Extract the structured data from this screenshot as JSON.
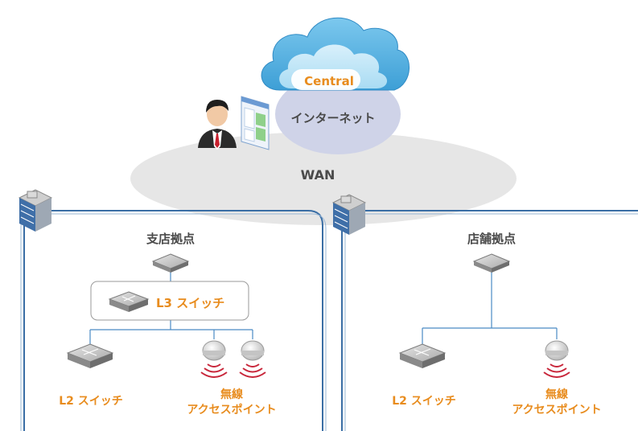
{
  "cloud": {
    "label": "Central"
  },
  "internet": {
    "label": "インターネット"
  },
  "wan": {
    "label": "WAN"
  },
  "branch": {
    "title": "支店拠点",
    "l3_switch_label": "L3 スイッチ",
    "l2_switch_label": "L2 スイッチ",
    "ap_label_line1": "無線",
    "ap_label_line2": "アクセスポイント"
  },
  "store": {
    "title": "店舗拠点",
    "l2_switch_label": "L2 スイッチ",
    "ap_label_line1": "無線",
    "ap_label_line2": "アクセスポイント"
  },
  "colors": {
    "accent_orange": "#e88c1e",
    "frame_blue": "#3a6ea5",
    "cloud_blue": "#4aa8dc",
    "wan_gray": "#e6e6e6",
    "internet_lavender": "#cfd3e8",
    "wireless_red": "#c8263a"
  },
  "icons": [
    "cloud-icon",
    "user-icon",
    "browser-window-icon",
    "building-icon",
    "router-icon",
    "switch-icon",
    "access-point-icon",
    "wireless-signal-icon"
  ]
}
